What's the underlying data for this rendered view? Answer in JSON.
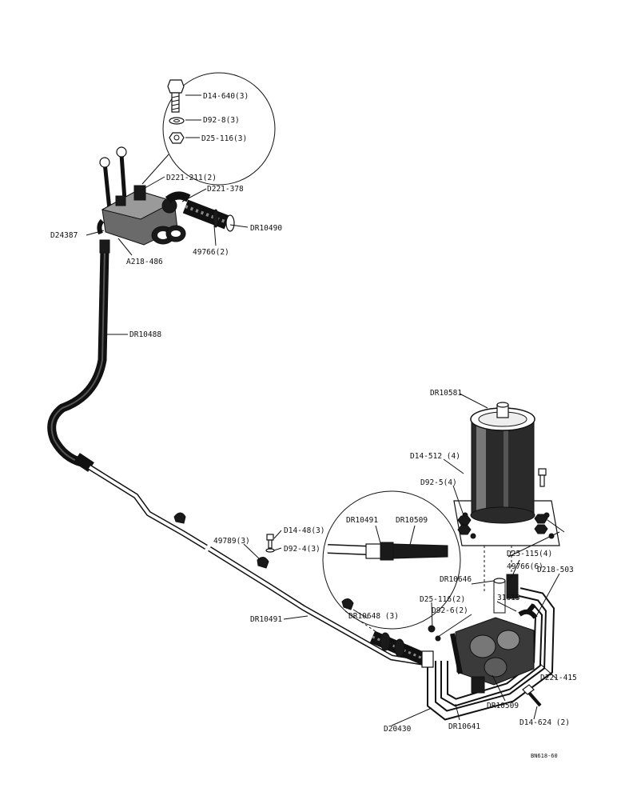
{
  "labels": {
    "d14_640": "D14-640(3)",
    "d92_8": "D92-8(3)",
    "d25_116_3": "D25-116(3)",
    "d221_211": "D221-211(2)",
    "d221_378": "D221-378",
    "dr10490": "DR10490",
    "d24387": "D24387",
    "a218_486": "A218-486",
    "n49766_2": "49766(2)",
    "dr10488": "DR10488",
    "dr10581": "DR10581",
    "d14_512": "D14-512 (4)",
    "d92_5": "D92-5(4)",
    "inset_dr10491": "DR10491",
    "inset_dr10509": "DR10509",
    "n49789": "49789(3)",
    "d14_48": "D14-48(3)",
    "d92_4": "D92-4(3)",
    "d25_115": "D25-115(4)",
    "n49766_6": "49766(6)",
    "d218_503": "D218-503",
    "dr10646": "DR10646",
    "d25_116_2": "D25-116(2)",
    "n31615": "31615",
    "d92_6": "D92-6(2)",
    "dr10648": "DR10648 (3)",
    "dr10491": "DR10491",
    "d221_415": "D221-415",
    "dr10509": "DR10509",
    "d20430": "D20430",
    "dr10641": "DR10641",
    "d14_624": "D14-624 (2)",
    "drawing_no": "BN618-60"
  }
}
